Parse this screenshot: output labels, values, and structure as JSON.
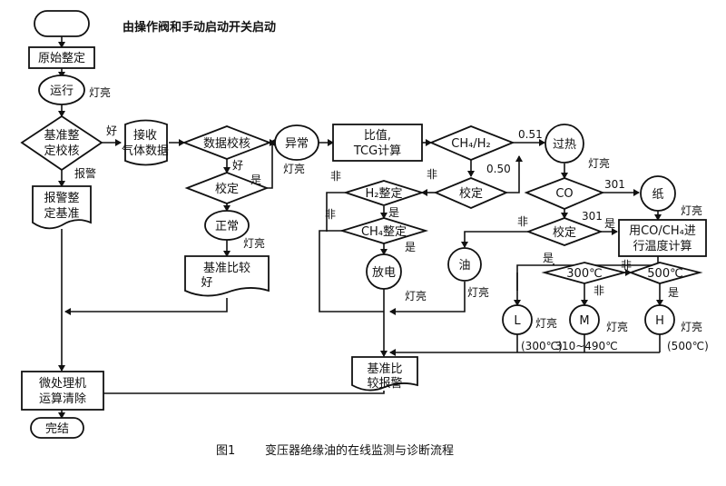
{
  "header": {
    "start_note": "由操作阀和手动启动开关启动"
  },
  "nodes": {
    "start": "",
    "initial_setting": "原始整定",
    "run": "运行",
    "baseline_check": {
      "line1": "基准整",
      "line2": "定校核"
    },
    "receive_gas": {
      "line1": "接收",
      "line2": "气体数据"
    },
    "report_baseline": {
      "line1": "报警整",
      "line2": "定基准"
    },
    "data_check": "数据校核",
    "verify1": "校定",
    "normal": "正常",
    "baseline_compare_good": {
      "line1": "基准比较",
      "line2": "好"
    },
    "abnormal": "异常",
    "ratio_tcg": {
      "line1": "比值,",
      "line2": "TCG计算"
    },
    "ch4_h2": "CH₄/H₂",
    "verify2": "校定",
    "h2_setting": "H₂整定",
    "ch4_setting": "CH₄整定",
    "discharge": "放电",
    "oil": "油",
    "overheat": "过热",
    "co": "CO",
    "verify3": "校定",
    "paper": "纸",
    "co_ch4_temp": {
      "line1": "用CO/CH₄进",
      "line2": "行温度计算"
    },
    "t300": "300℃",
    "t500": "500℃",
    "L": "L",
    "M": "M",
    "H": "H",
    "compare_alarm": {
      "line1": "基准比",
      "line2": "较报警"
    },
    "microprocessor": {
      "line1": "微处理机",
      "line2": "运算清除"
    },
    "end": "完结"
  },
  "labels": {
    "light_on": "灯亮",
    "good": "好",
    "yes": "是",
    "no": "非",
    "alarm": "报警",
    "ratio_051": "0.51",
    "ratio_050": "0.50",
    "co_301": "301",
    "range_L": "(300℃)",
    "range_M": "310~490℃",
    "range_H": "(500℃)"
  },
  "caption": {
    "fig": "图1",
    "text": "变压器绝缘油的在线监测与诊断流程"
  }
}
